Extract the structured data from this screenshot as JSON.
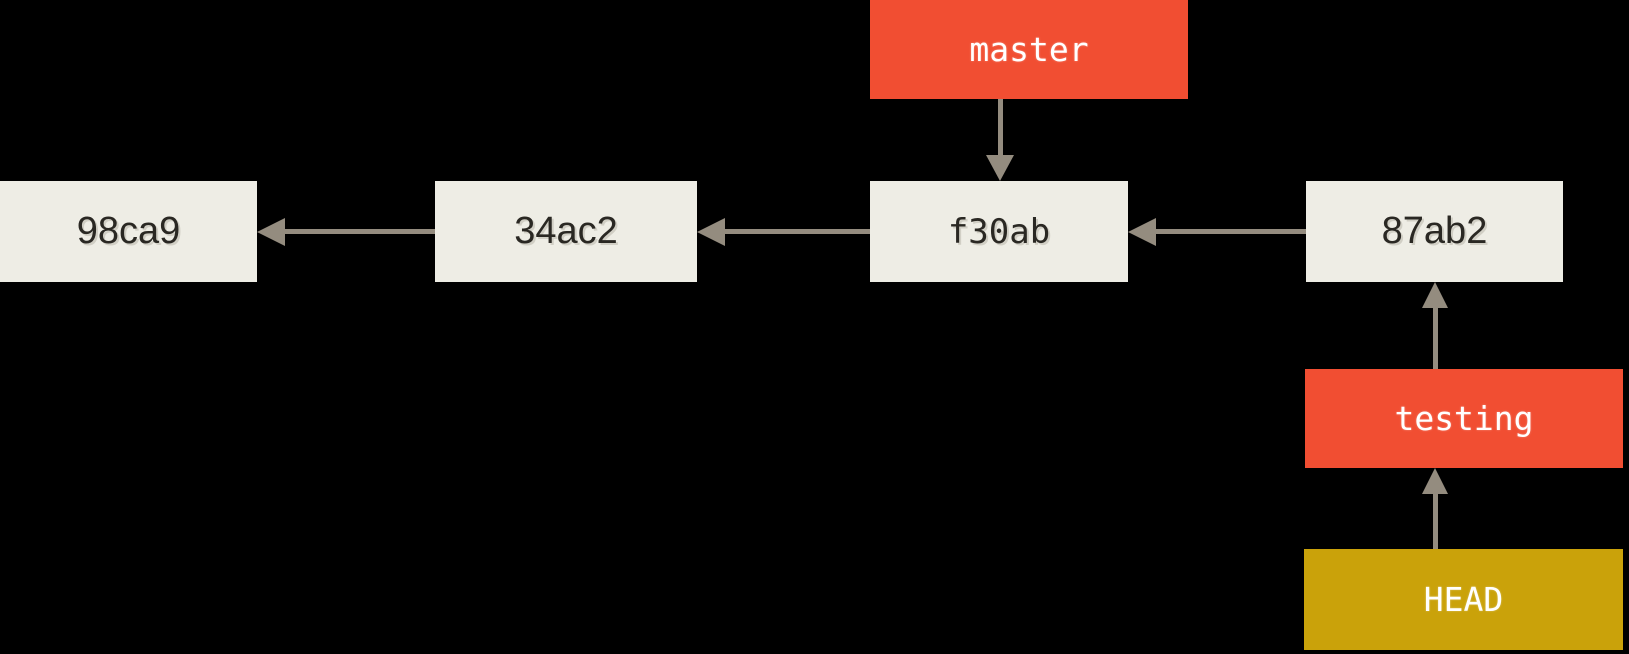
{
  "diagram": {
    "type": "git-commit-history",
    "commits": [
      {
        "id": "98ca9"
      },
      {
        "id": "34ac2"
      },
      {
        "id": "f30ab"
      },
      {
        "id": "87ab2"
      }
    ],
    "labels": {
      "master": "master",
      "testing": "testing",
      "head": "HEAD"
    },
    "edges": [
      {
        "from": "master",
        "to": "f30ab",
        "direction": "down"
      },
      {
        "from": "34ac2",
        "to": "98ca9",
        "direction": "left"
      },
      {
        "from": "f30ab",
        "to": "34ac2",
        "direction": "left"
      },
      {
        "from": "87ab2",
        "to": "f30ab",
        "direction": "left"
      },
      {
        "from": "testing",
        "to": "87ab2",
        "direction": "up"
      },
      {
        "from": "HEAD",
        "to": "testing",
        "direction": "up"
      }
    ],
    "colors": {
      "background": "#000000",
      "branch_label_fill": "#F14E32",
      "head_label_fill": "#CAA20A",
      "commit_box_fill": "#EEEDE5",
      "commit_text": "#2A2823",
      "label_text": "#FFFFFF",
      "arrow": "#948C7F"
    }
  }
}
